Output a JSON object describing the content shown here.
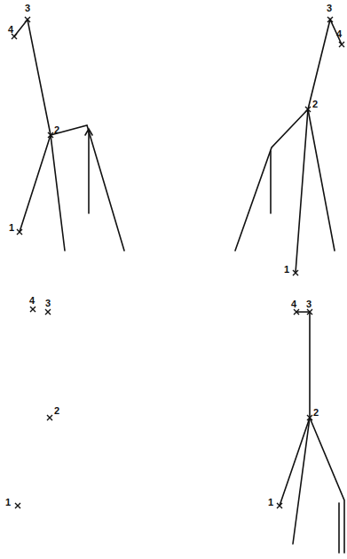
{
  "diagram": {
    "labels": [
      "3",
      "4",
      "2",
      "1",
      "3",
      "4",
      "2",
      "1",
      "4",
      "3",
      "2",
      "1",
      "4",
      "3",
      "2",
      "1"
    ]
  }
}
